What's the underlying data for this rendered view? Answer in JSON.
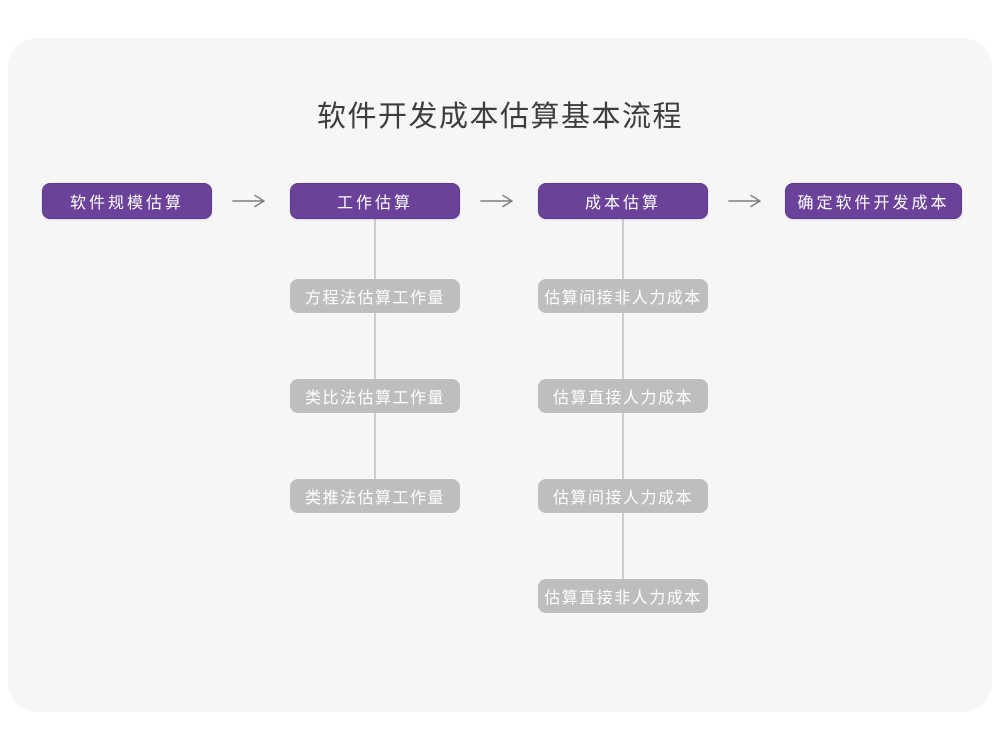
{
  "title": "软件开发成本估算基本流程",
  "flow": {
    "stages": [
      {
        "label": "软件规模估算"
      },
      {
        "label": "工作估算"
      },
      {
        "label": "成本估算"
      },
      {
        "label": "确定软件开发成本"
      }
    ],
    "work_methods": [
      "方程法估算工作量",
      "类比法估算工作量",
      "类推法估算工作量"
    ],
    "cost_steps": [
      "估算间接非人力成本",
      "估算直接人力成本",
      "估算间接人力成本",
      "估算直接非人力成本"
    ]
  },
  "colors": {
    "stage_fill": "#6B4299",
    "stage_border": "#5D3990",
    "stage_text": "#FFFFFF",
    "substep_fill": "#BEBEBE",
    "substep_text": "#FFFFFF",
    "connector": "#CDCDCD",
    "arrow": "#7F7F7F",
    "canvas_bg": "#F6F6F7",
    "page_bg": "#FFFFFF",
    "title_text": "#3D3D3D"
  }
}
